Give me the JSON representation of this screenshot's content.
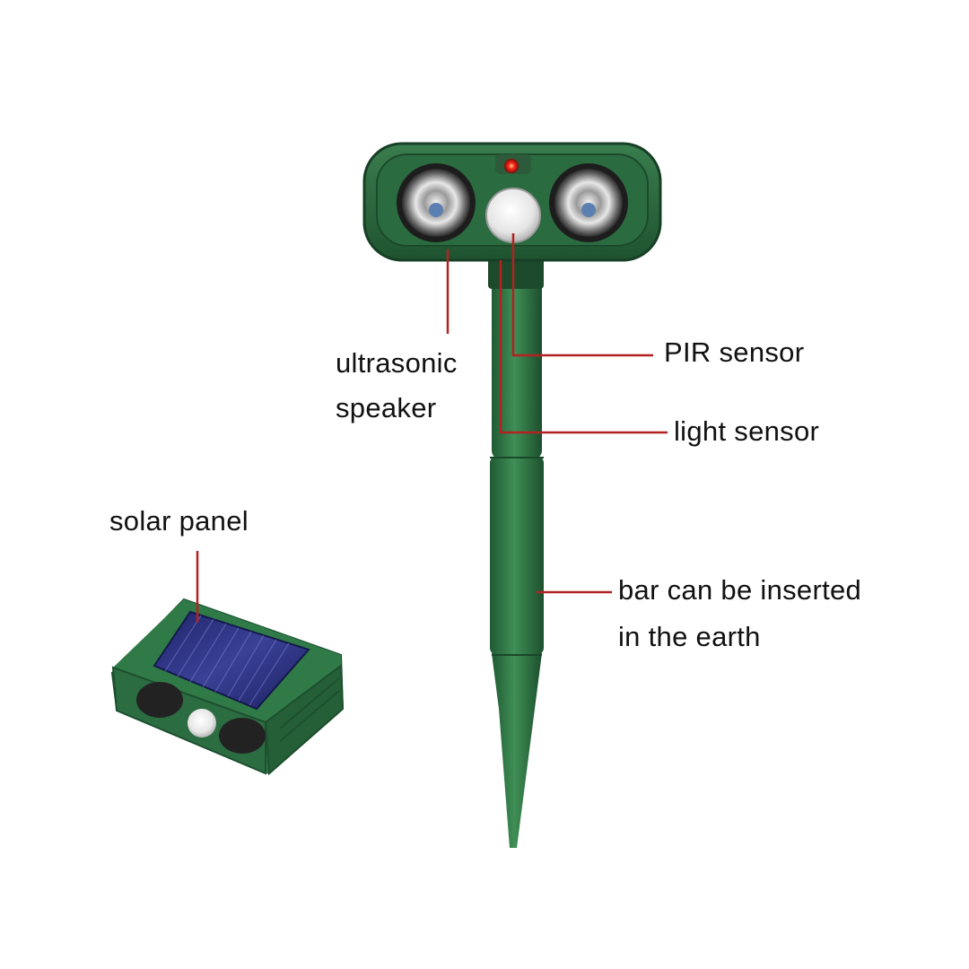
{
  "labels": {
    "ultrasonic_speaker": [
      "ultrasonic",
      "speaker"
    ],
    "pir_sensor": "PIR sensor",
    "light_sensor": "light sensor",
    "solar_panel": "solar panel",
    "bar_inserted": [
      "bar can be inserted",
      "in the earth"
    ]
  },
  "colors": {
    "leader_line": "#b22222",
    "device_green": "#2f7a45",
    "device_dark": "#1f5330",
    "indicator_led": "#ff2a1a",
    "solar_cell": "#2a2f7a"
  }
}
